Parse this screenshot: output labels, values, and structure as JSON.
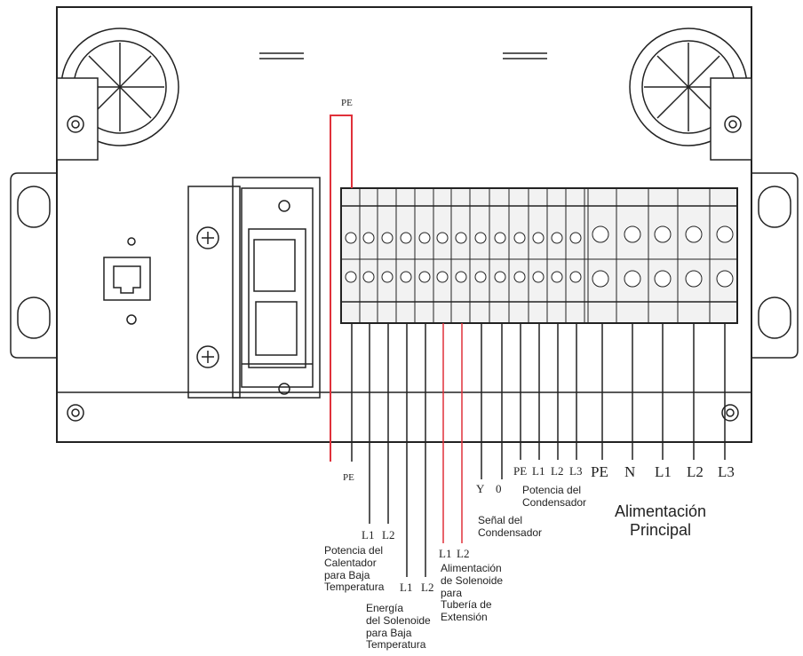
{
  "terminal_labels": {
    "pe_top": "PE",
    "pe_bottom": "PE",
    "heater_l1": "L1",
    "heater_l2": "L2",
    "solenoid_low_l1": "L1",
    "solenoid_low_l2": "L2",
    "solenoid_ext_l1": "L1",
    "solenoid_ext_l2": "L2",
    "signal_y": "Y",
    "signal_0": "0",
    "cond_pe": "PE",
    "cond_l1": "L1",
    "cond_l2": "L2",
    "cond_l3": "L3",
    "main_pe": "PE",
    "main_n": "N",
    "main_l1": "L1",
    "main_l2": "L2",
    "main_l3": "L3"
  },
  "captions": {
    "heater_power": "Potencia del\nCalentador\npara Baja\nTemperatura",
    "solenoid_low": "Energía\ndel Solenoide\npara Baja\nTemperatura",
    "solenoid_ext": "Alimentación\nde Solenoide\npara\nTubería de\nExtensión",
    "condenser_signal": "Señal del\nCondensador",
    "condenser_power": "Potencia del\nCondensador",
    "main_power": "Alimentación\nPrincipal"
  },
  "colors": {
    "line": "#222222",
    "highlight": "#e0303a",
    "panel": "#ffffff",
    "terminal_fill": "#f2f2f2"
  }
}
